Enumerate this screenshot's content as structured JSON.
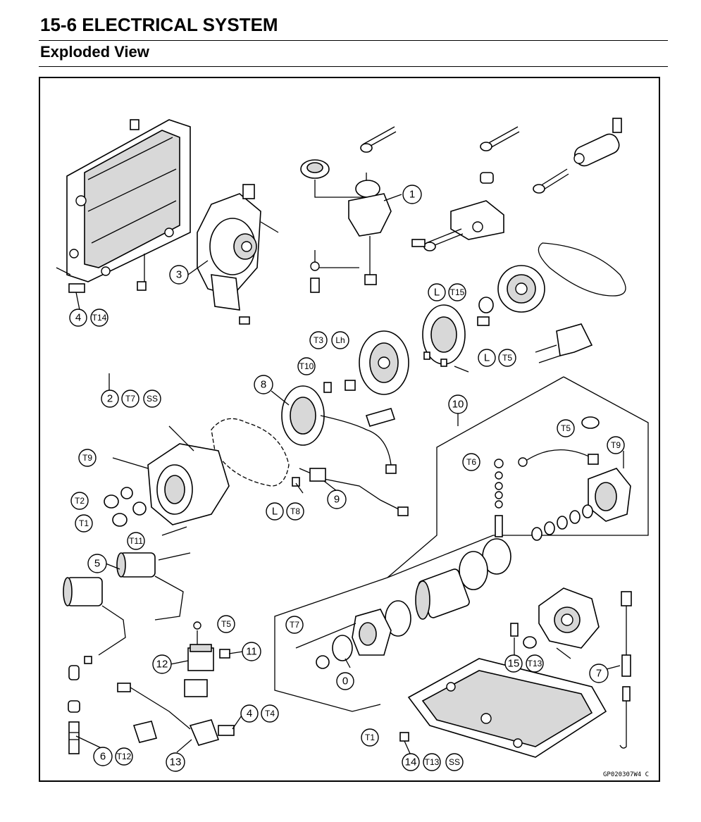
{
  "header": {
    "section_title": "15-6 ELECTRICAL SYSTEM",
    "subtitle": "Exploded View"
  },
  "diagram": {
    "figure_code": "GP020307W4 C",
    "callouts": {
      "c1": "1",
      "c2": "2",
      "c3": "3",
      "c4a": "4",
      "c4b": "4",
      "c5": "5",
      "c6": "6",
      "c7": "7",
      "c8": "8",
      "c9": "9",
      "c10": "10",
      "c11": "11",
      "c12": "12",
      "c13": "13",
      "c14": "14",
      "c15": "15",
      "c0": "0"
    },
    "torque_marks": {
      "t14": "T14",
      "t15": "T15",
      "t3": "T3",
      "t10": "T10",
      "t5a": "T5",
      "t7a": "T7",
      "t9a": "T9",
      "t2": "T2",
      "t1a": "T1",
      "t11": "T11",
      "t8": "T8",
      "t5b": "T5",
      "t9b": "T9",
      "t6": "T6",
      "t7b": "T7",
      "t5c": "T5",
      "t4": "T4",
      "t12": "T12",
      "t13a": "T13",
      "t1b": "T1",
      "t13b": "T13"
    },
    "symbol_marks": {
      "l1": "L",
      "lh": "Lh",
      "l2": "L",
      "l3": "L",
      "ss1": "SS",
      "ss2": "SS"
    }
  }
}
